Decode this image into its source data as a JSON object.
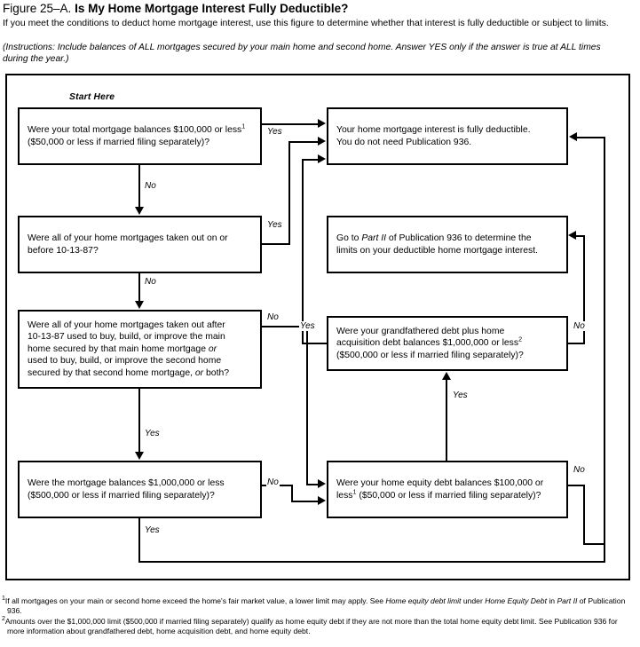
{
  "header": {
    "figure_number": "Figure 25–A.",
    "figure_question": "Is My Home Mortgage Interest Fully Deductible?",
    "intro": "If you meet the conditions to deduct home mortgage interest, use this figure to determine whether that interest is fully deductible or subject to limits.",
    "instructions": "(Instructions: Include balances of ALL mortgages secured by your main home and second home. Answer YES only if the answer is true at ALL times during the year.)"
  },
  "flow": {
    "start_label": "Start Here",
    "boxes": {
      "q1": {
        "id": "total-mortgage-balances",
        "line1_a": "Were your total mortgage balances $100,000 or less",
        "line1_sup": "1",
        "line2": "($50,000 or less if married filing separately)?"
      },
      "q2": {
        "id": "mortgages-before-1987",
        "line1": "Were all of your home mortgages taken out on or",
        "line2": "before 10-13-87?"
      },
      "q3": {
        "id": "mortgages-after-1987-use",
        "line1": "Were all of your home mortgages taken out after",
        "line2": "10-13-87 used to buy, build, or improve the main",
        "line3_a": "home secured by that main home mortgage ",
        "line3_or": "or",
        "line4": "used to buy, build, or improve the second home",
        "line5_a": "secured by that second home mortgage, ",
        "line5_or": "or",
        "line5_b": " both?"
      },
      "q4": {
        "id": "mortgage-balances-1m",
        "line1": "Were the mortgage balances $1,000,000 or less",
        "line2": "($500,000 or less if married filing separately)?"
      },
      "q5": {
        "id": "grandfathered-plus-acquisition",
        "line1": "Were your grandfathered debt plus home",
        "line2_a": "acquisition debt balances $1,000,000 or less",
        "line2_sup": "2",
        "line3": "($500,000 or less if married filing separately)?"
      },
      "q6": {
        "id": "home-equity-debt-balances",
        "line1_a": "Were your home equity debt balances $100,000 or",
        "line1_b": "less",
        "line1_sup": "1",
        "line2": " ($50,000 or less if married filing separately)?"
      },
      "r1": {
        "id": "fully-deductible-result",
        "line1": "Your home mortgage interest is fully deductible.",
        "line2": "You do not need Publication 936."
      },
      "r2": {
        "id": "go-to-part-ii-result",
        "pre": "Go to ",
        "italic": "Part II",
        "post": " of Publication 936 to determine the",
        "line2": "limits on your deductible home mortgage interest."
      }
    },
    "edges": {
      "q1_yes": "Yes",
      "q1_no": "No",
      "q2_yes": "Yes",
      "q2_no": "No",
      "q3_no": "No",
      "q3_yes": "Yes",
      "q4_no": "No",
      "q4_yes": "Yes",
      "q5_yes": "Yes",
      "q5_no": "No",
      "q6_yes": "Yes",
      "q6_no": "No"
    }
  },
  "footnotes": {
    "one": {
      "mark": "1",
      "t1": "If all mortgages on your main or second home exceed the home's fair market value, a lower limit may apply. See ",
      "i1": "Home equity debt limit",
      "t2": " under ",
      "i2": "Home Equity Debt",
      "t3": " in ",
      "i3": "Part II",
      "t4": " of Publication 936."
    },
    "two": {
      "mark": "2",
      "t1": "Amounts over the $1,000,000 limit ($500,000 if married filing separately) qualify as home equity debt if they are not more than the total home equity debt limit. See Publication 936 for more information about grandfathered debt, home acquisition debt, and home equity debt."
    }
  },
  "colors": {
    "ink": "#000000",
    "paper": "#ffffff"
  }
}
